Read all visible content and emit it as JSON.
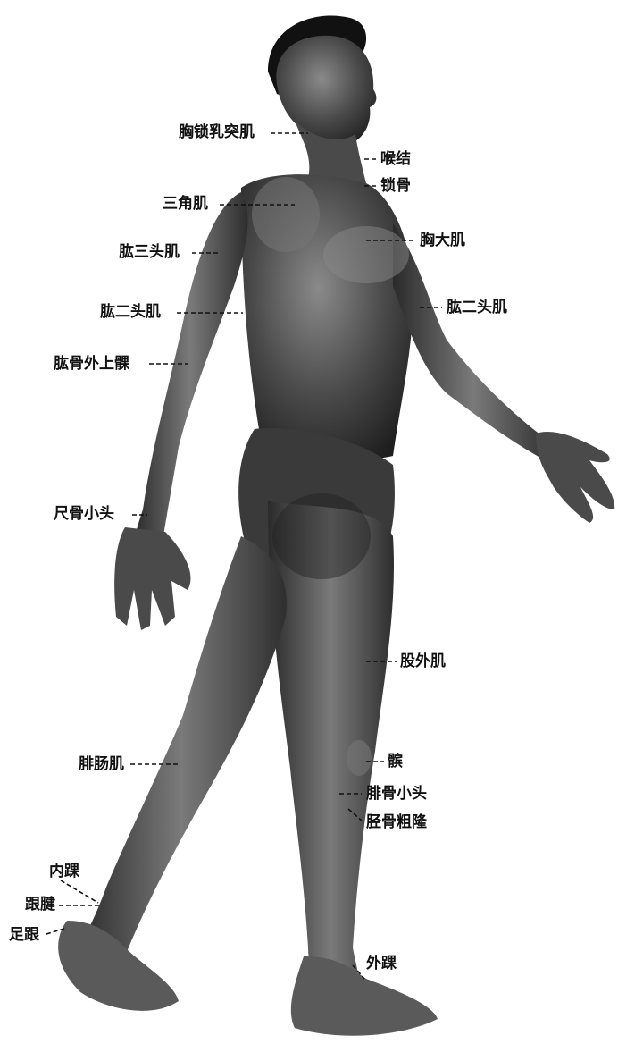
{
  "labels": {
    "sternocleidomastoid": "胸锁乳突肌",
    "laryngeal_prominence": "喉结",
    "clavicle": "锁骨",
    "deltoid": "三角肌",
    "pectoralis_major": "胸大肌",
    "triceps": "肱三头肌",
    "biceps_left": "肱二头肌",
    "biceps_right": "肱二头肌",
    "lateral_epicondyle": "肱骨外上髁",
    "ulnar_head": "尺骨小头",
    "vastus_lateralis": "股外肌",
    "gastrocnemius": "腓肠肌",
    "patella": "髌",
    "fibular_head": "腓骨小头",
    "tibial_tuberosity": "胫骨粗隆",
    "medial_malleolus": "内踝",
    "achilles_tendon": "跟腱",
    "heel": "足跟",
    "lateral_malleolus": "外踝"
  },
  "colors": {
    "ink": "#111111",
    "body_dark": "#2a2a2a",
    "body_mid": "#5a5a5a",
    "body_light": "#9a9a9a",
    "background": "#ffffff"
  }
}
